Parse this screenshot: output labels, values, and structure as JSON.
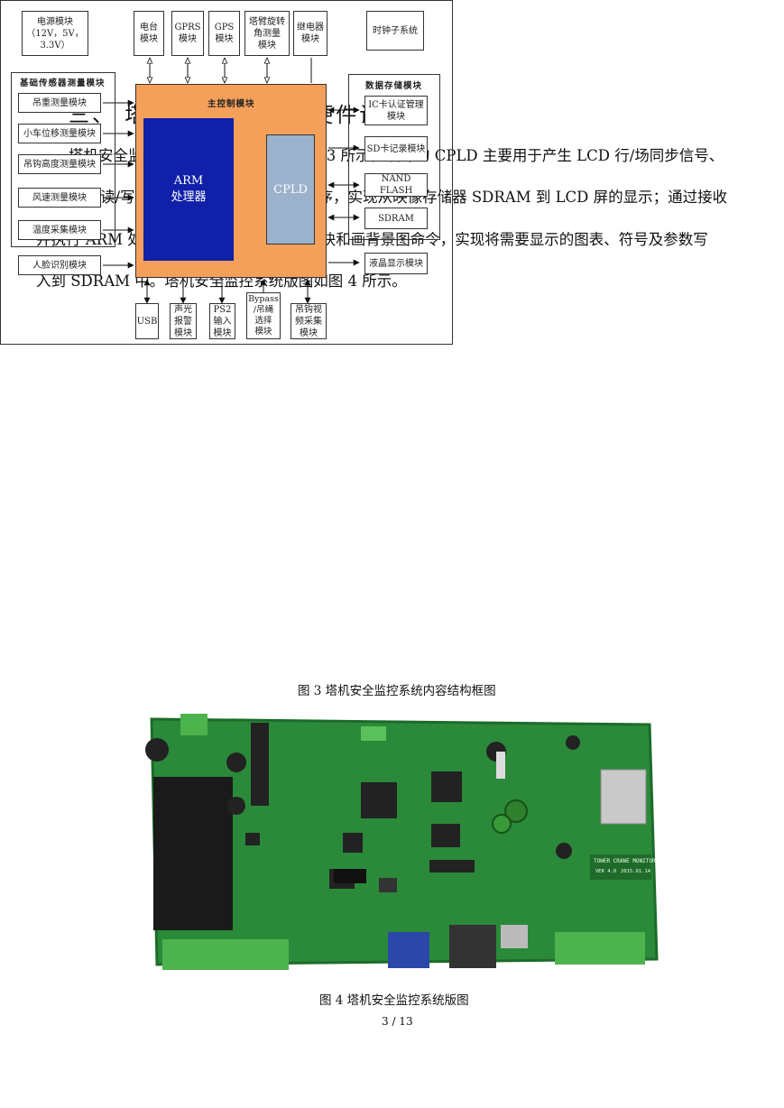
{
  "section_title": "三、 塔机安全监控系统硬件设计",
  "paragraph": [
    "塔机安全监控系统的内部组成框图如图 3 所示。设计的 CPLD 主要用于产生 LCD 行/场同步信号、",
    "SDRAM 读/写时序、SDRAM 自动刷新时序，实现从映像存储器 SDRAM 到 LCD 屏的显示；通过接收",
    "并执行 ARM 处理器的画点、画文本、画色块和画背景图命令，实现将需要显示的图表、符号及参数写",
    "入到 SDRAM 中。塔机安全监控系统版图如图 4 所示。"
  ],
  "diagram": {
    "power": "电源模块\n（12V，5V，\n3.3V）",
    "top_modules": [
      "电台\n模块",
      "GPRS\n模块",
      "GPS\n模块",
      "塔臂旋转\n角测量\n模块",
      "继电器\n模块"
    ],
    "clock": "时钟子系统",
    "sensor_group_title": "基础传感器测量模块",
    "sensors": [
      "吊重测量模块",
      "小车位移测量模块",
      "吊钩高度测量模块",
      "风速测量模块",
      "温度采集模块"
    ],
    "face": "人脸识别模块",
    "main_title": "主控制模块",
    "arm": "ARM\n处理器",
    "cpld": "CPLD",
    "storage_group_title": "数据存储模块",
    "storage": [
      "IC卡认证管理\n模块",
      "SD卡记录模块",
      "NAND\nFLASH",
      "SDRAM"
    ],
    "lcd": "液晶显示模块",
    "bottom_modules": [
      "USB",
      "声光\n报警\n模块",
      "PS2\n输入\n模块",
      "Bypass\n/吊绳\n选择\n模块",
      "吊钩视\n频采集\n模块"
    ]
  },
  "figure3_caption": "图 3  塔机安全监控系统内容结构框图",
  "figure4_caption": "图 4    塔机安全监控系统版图",
  "board_silkscreen": [
    "TOWER CRANE MONITOR",
    "VER 4.0",
    "2015.01.14"
  ],
  "page_number": "3 / 13",
  "colors": {
    "main_module": "#f4a05a",
    "arm": "#1020a8",
    "cpld": "#9cb1cc",
    "pcb": "#2a8a3a"
  }
}
